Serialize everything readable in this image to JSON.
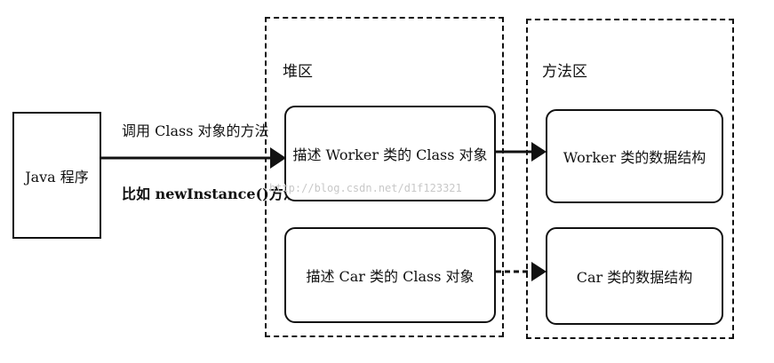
{
  "java_program": {
    "label": "Java 程序"
  },
  "heap": {
    "label": "堆区"
  },
  "method_area": {
    "label": "方法区"
  },
  "call_edge": {
    "label": "调用 Class 对象的方法",
    "example": "比如 newInstance()方法"
  },
  "heap_objects": [
    {
      "label": "描述 Worker 类的 Class 对象"
    },
    {
      "label": "描述 Car 类的 Class 对象"
    }
  ],
  "method_data": [
    {
      "label": "Worker 类的数据结构"
    },
    {
      "label": "Car 类的数据结构"
    }
  ],
  "watermark": {
    "text": "http://blog.csdn.net/d1f123321"
  },
  "colors": {
    "stroke": "#111111",
    "watermark": "#c8c8c8"
  }
}
